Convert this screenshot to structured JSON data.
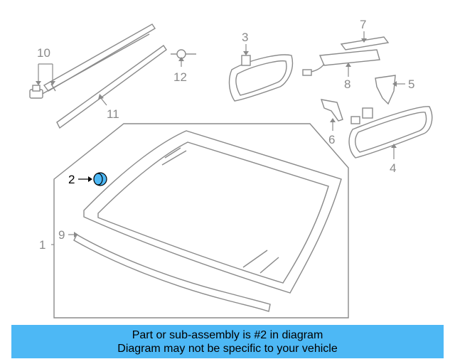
{
  "colors": {
    "line": "#8a8a8a",
    "highlight_part": "#4db8f5",
    "banner": "#4db8f5",
    "text": "#000000"
  },
  "callouts": [
    {
      "id": "1",
      "label": "1",
      "highlighted": false
    },
    {
      "id": "2",
      "label": "2",
      "highlighted": true
    },
    {
      "id": "3",
      "label": "3",
      "highlighted": false
    },
    {
      "id": "4",
      "label": "4",
      "highlighted": false
    },
    {
      "id": "5",
      "label": "5",
      "highlighted": false
    },
    {
      "id": "6",
      "label": "6",
      "highlighted": false
    },
    {
      "id": "7",
      "label": "7",
      "highlighted": false
    },
    {
      "id": "8",
      "label": "8",
      "highlighted": false
    },
    {
      "id": "9",
      "label": "9",
      "highlighted": false
    },
    {
      "id": "10",
      "label": "10",
      "highlighted": false
    },
    {
      "id": "11",
      "label": "11",
      "highlighted": false
    },
    {
      "id": "12",
      "label": "12",
      "highlighted": false
    }
  ],
  "banner": {
    "line1": "Part or sub-assembly is #2 in diagram",
    "line2": "Diagram may not be specific to your vehicle"
  }
}
